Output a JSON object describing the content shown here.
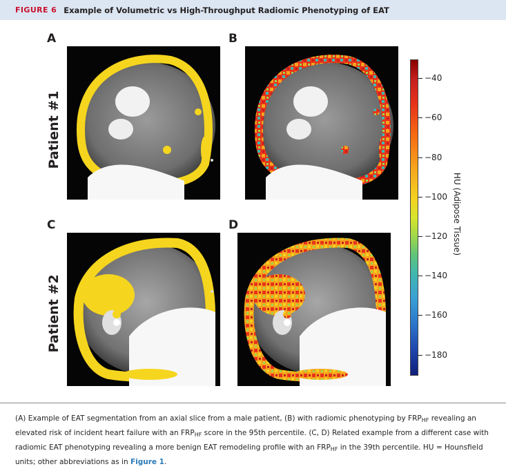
{
  "header": {
    "figure_label": "FIGURE 6",
    "title": "Example of Volumetric vs High-Throughput Radiomic Phenotyping of EAT",
    "background": "#dce6f2",
    "label_color": "#c8102e"
  },
  "panels": {
    "A": "A",
    "B": "B",
    "C": "C",
    "D": "D"
  },
  "rows": {
    "patient1": "Patient #1",
    "patient2": "Patient #2"
  },
  "colorbar": {
    "label": "HU (Adipose Tissue)",
    "ticks": [
      "−40",
      "−60",
      "−80",
      "−100",
      "−120",
      "−140",
      "−160",
      "−180"
    ],
    "tick_values": [
      -40,
      -60,
      -80,
      -100,
      -120,
      -140,
      -160,
      -180
    ],
    "range": [
      -190,
      -30
    ],
    "colors": [
      "#8b0000",
      "#e8331a",
      "#f6a31d",
      "#f4d21f",
      "#9fd84a",
      "#3fb7b0",
      "#2b74c9",
      "#101f7a"
    ]
  },
  "caption": {
    "part1": "(A) Example of EAT segmentation from an axial slice from a male patient, (B) with radiomic phenotyping by FRP",
    "sub1": "HF",
    "part2": " revealing an elevated risk of incident heart failure with an FRP",
    "sub2": "HF",
    "part3": " score in the 95th percentile. (C, D) Related example from a different case with radiomic EAT phenotyping revealing a more benign EAT remodeling profile with an FRP",
    "sub3": "HF",
    "part4": " in the 39th percentile. HU = Hounsfield units; other abbreviations as in ",
    "link": "Figure 1",
    "part5": "."
  },
  "colors": {
    "segmentation_yellow": "#f5d51e",
    "link_blue": "#2a7ab8"
  }
}
